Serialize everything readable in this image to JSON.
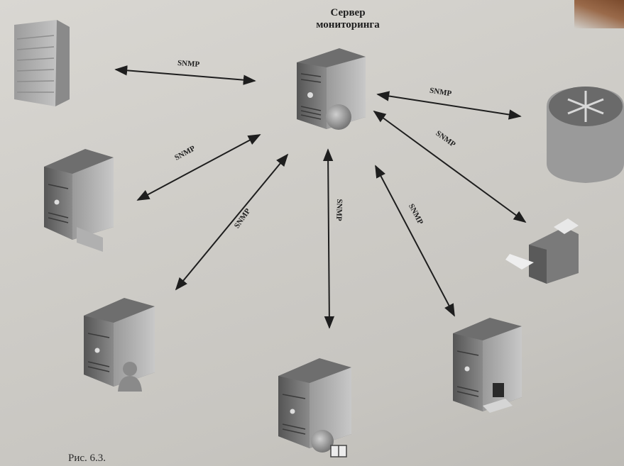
{
  "server": {
    "title_line1": "Сервер",
    "title_line2": "мониторинга"
  },
  "link_label": "SNMP",
  "caption": "Рис. 6.3."
}
